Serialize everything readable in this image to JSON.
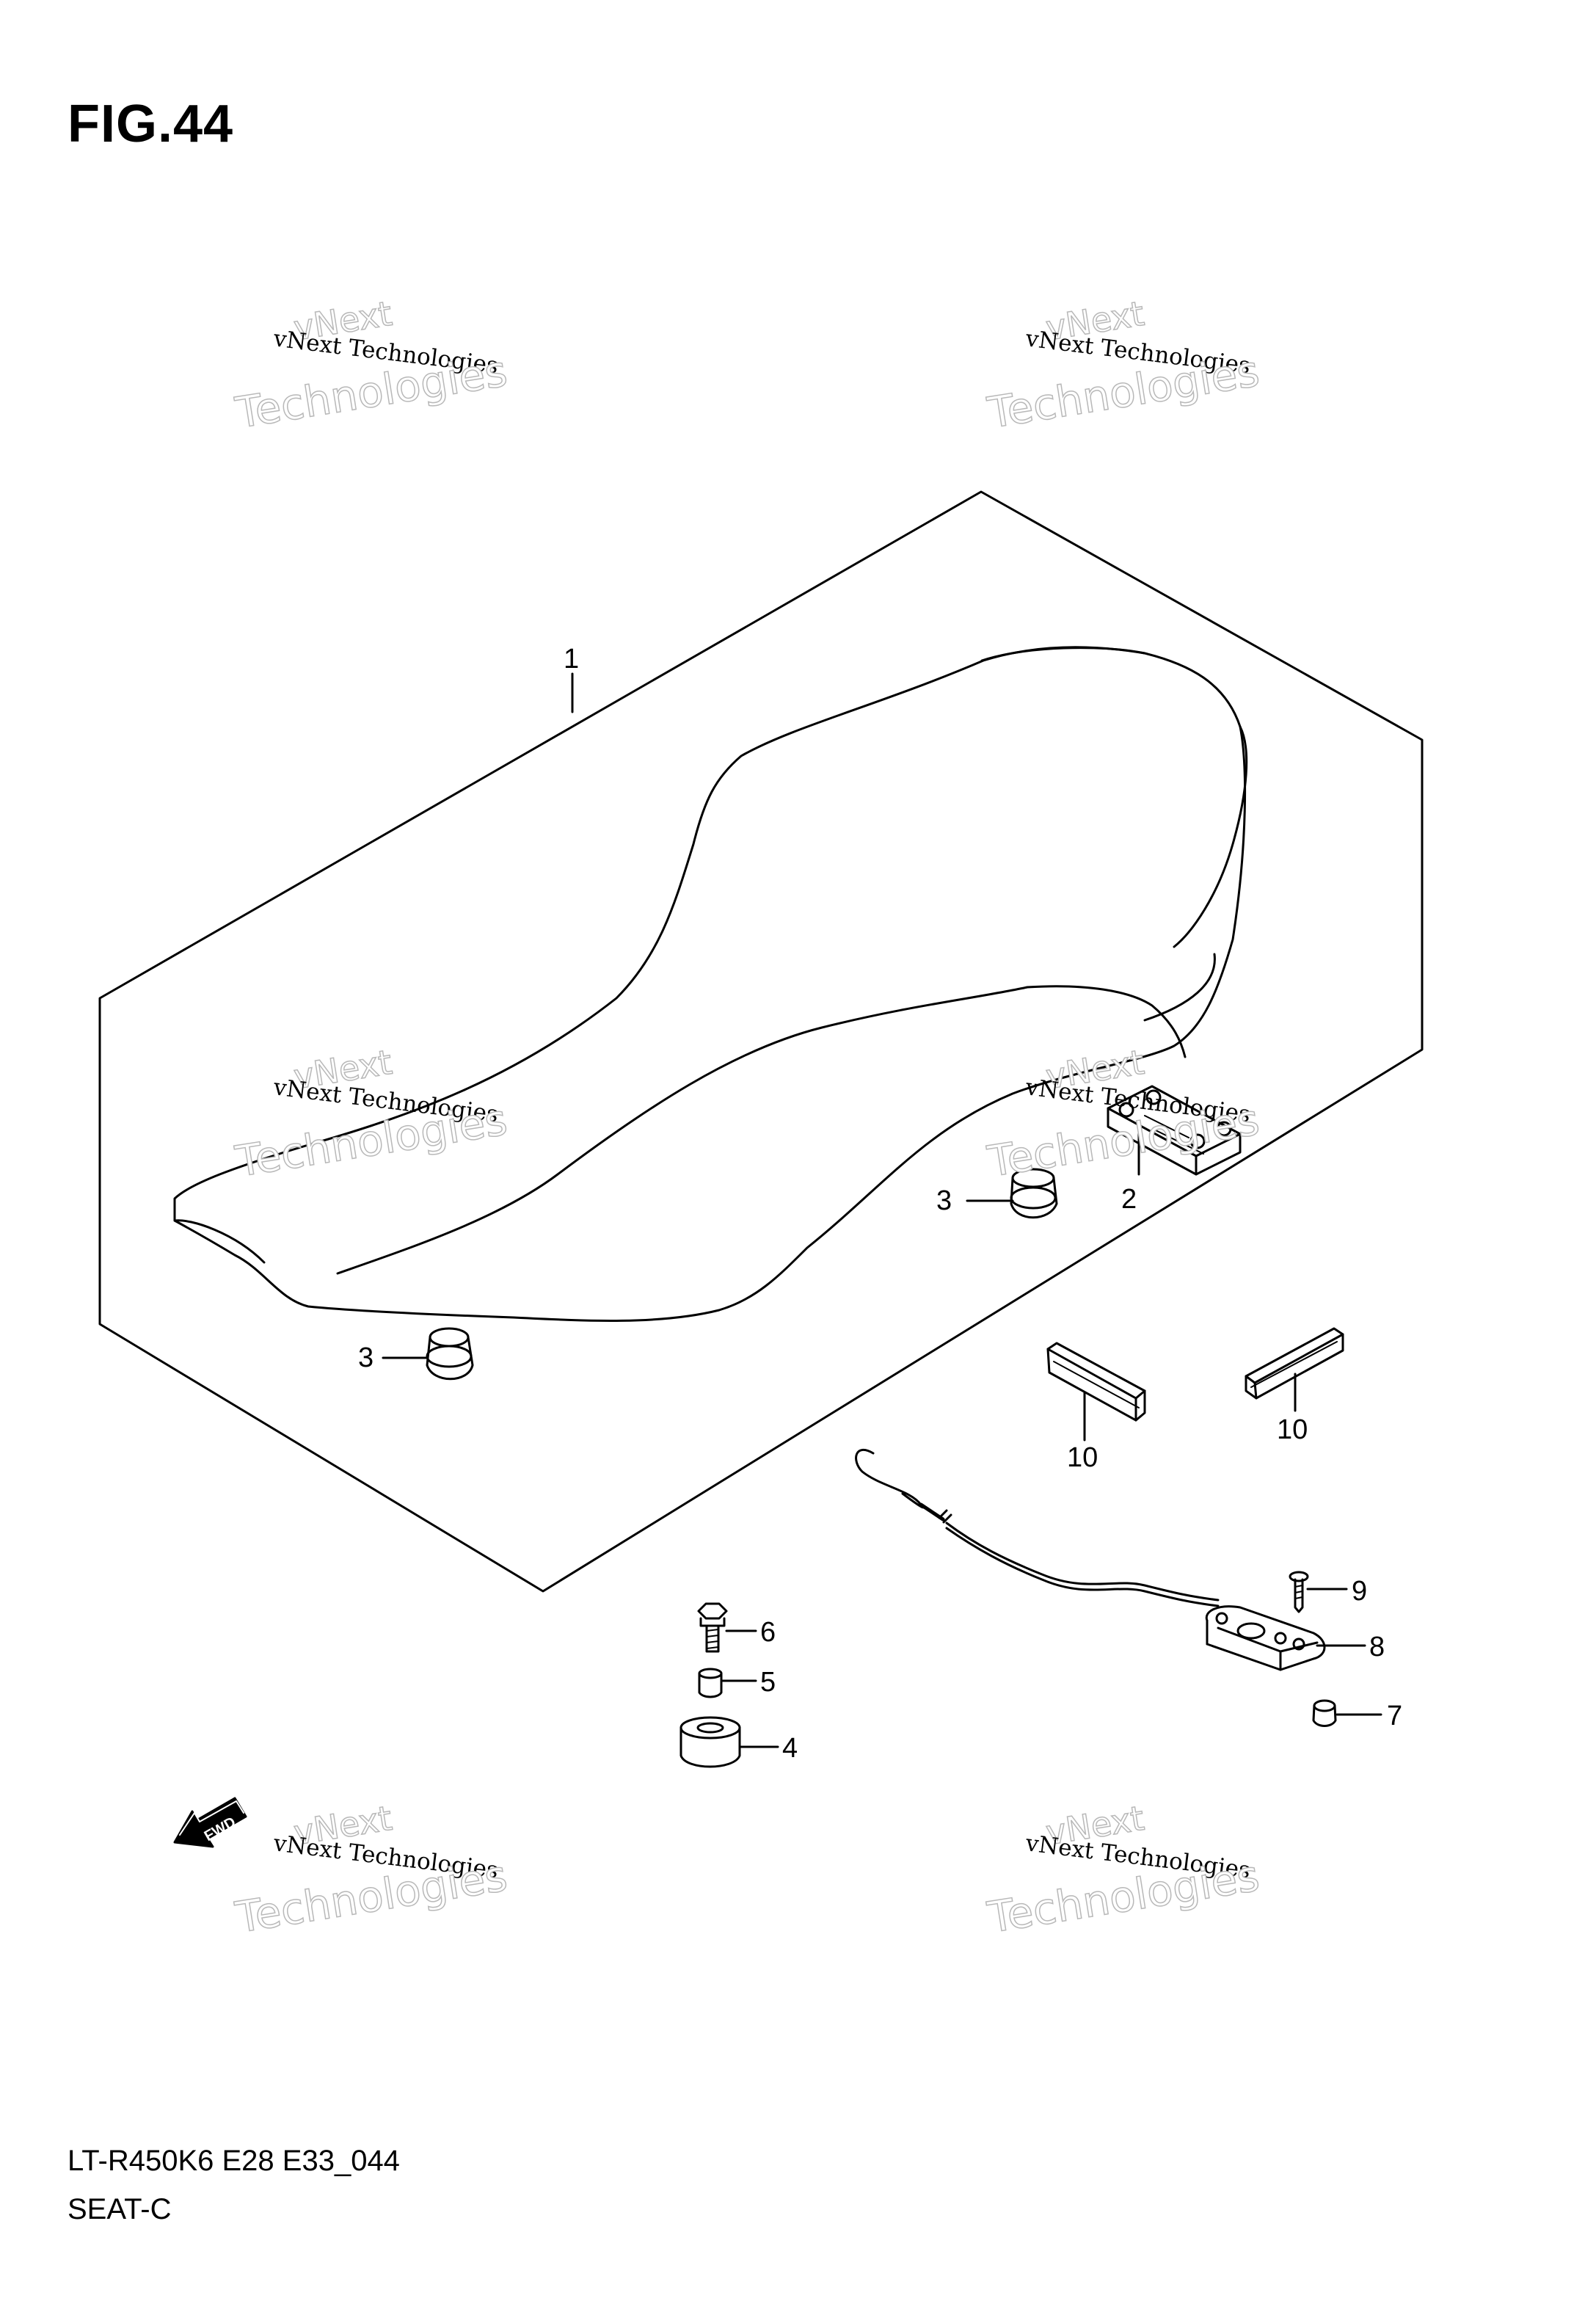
{
  "figure": {
    "title": "FIG.44"
  },
  "footer": {
    "model_code": "LT-R450K6  E28  E33_044",
    "section_name": "SEAT-C"
  },
  "watermark": {
    "line1": "vNext",
    "line2": "vNext Technologies",
    "line3": "Technologies"
  },
  "fwd_arrow": {
    "text": "FWD"
  },
  "callouts": [
    {
      "number": "1",
      "part": "seat"
    },
    {
      "number": "2",
      "part": "seat-latch-bracket"
    },
    {
      "number": "3",
      "part": "seat-cushion-front"
    },
    {
      "number": "3",
      "part": "seat-cushion-rear"
    },
    {
      "number": "4",
      "part": "cushion-rubber"
    },
    {
      "number": "5",
      "part": "spacer"
    },
    {
      "number": "6",
      "part": "bolt"
    },
    {
      "number": "7",
      "part": "nut"
    },
    {
      "number": "8",
      "part": "lock-cable-plate"
    },
    {
      "number": "9",
      "part": "screw"
    },
    {
      "number": "10",
      "part": "seat-strip-left"
    },
    {
      "number": "10",
      "part": "seat-strip-right"
    }
  ]
}
